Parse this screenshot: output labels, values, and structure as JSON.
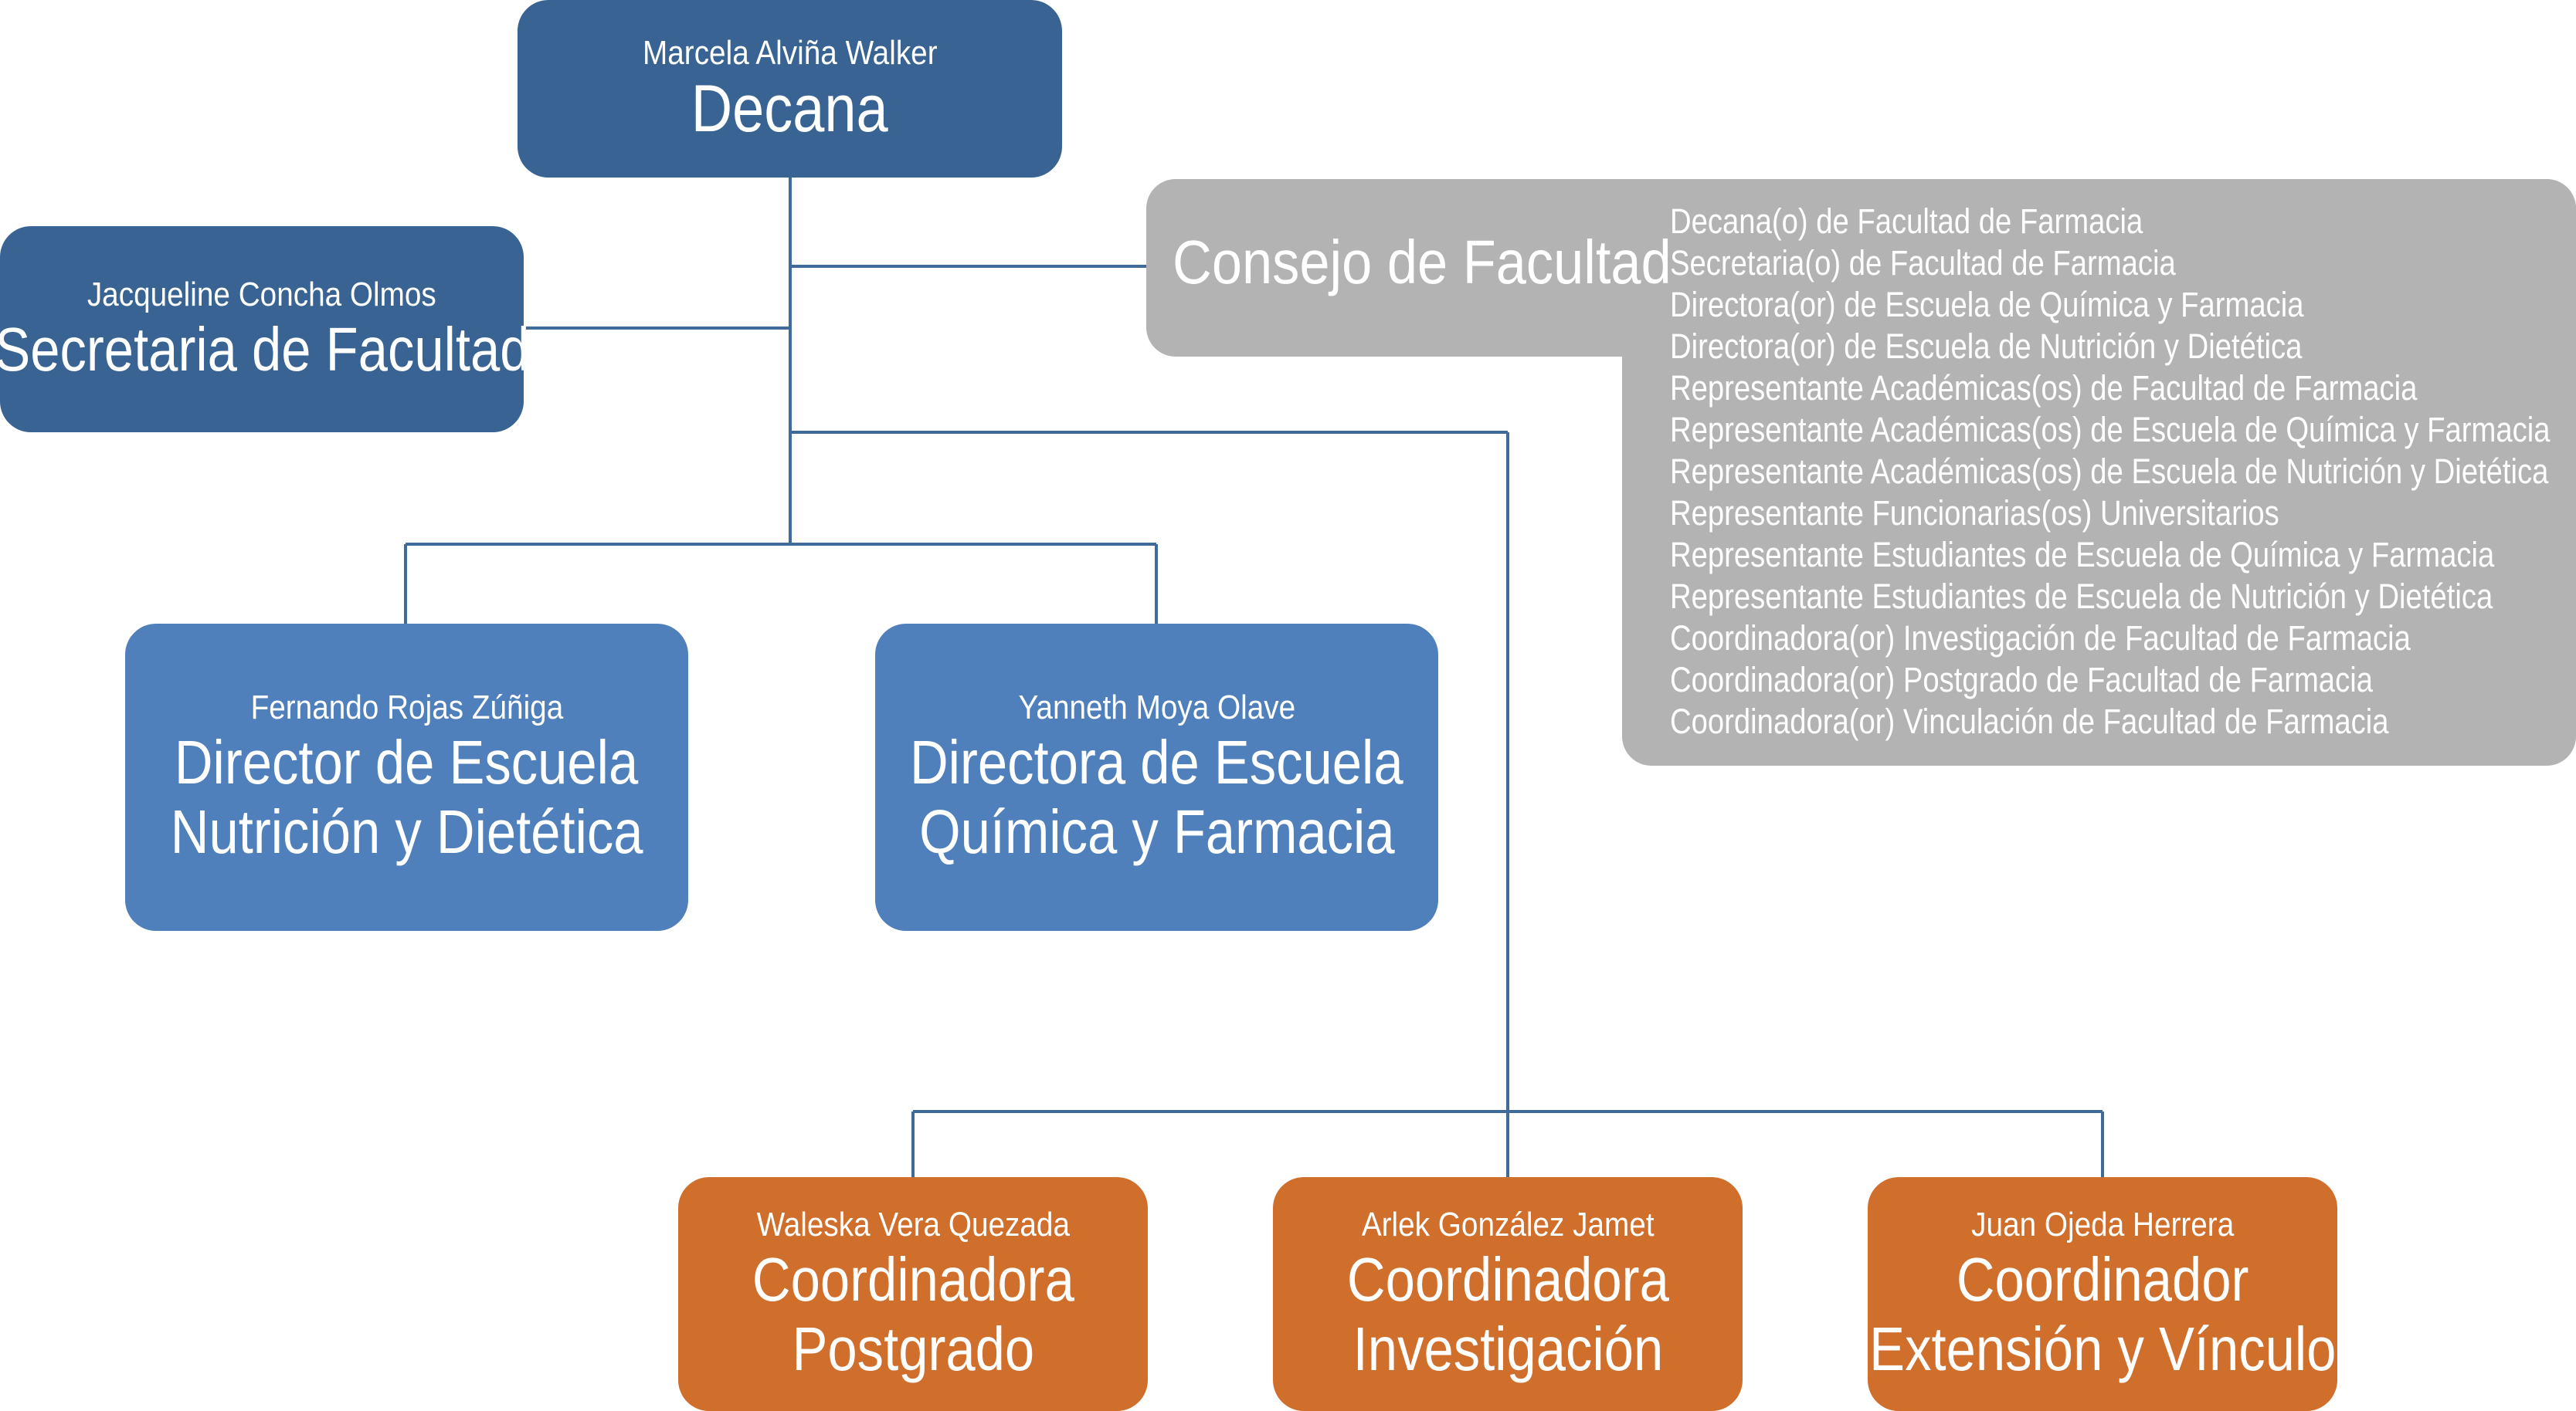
{
  "colors": {
    "dark_blue": "#386392",
    "mid_blue": "#4f80bb",
    "orange": "#d06e2c",
    "grey": "#b3b3b3",
    "line": "#3f6b9a"
  },
  "decana": {
    "name": "Marcela Alviña Walker",
    "role": "Decana"
  },
  "secretaria": {
    "name": "Jacqueline Concha Olmos",
    "role": "Secretaria de Facultad"
  },
  "director_nutricion": {
    "name": "Fernando Rojas Zúñiga",
    "role_line1": "Director de Escuela",
    "role_line2": "Nutrición y Dietética"
  },
  "directora_quimica": {
    "name": "Yanneth Moya Olave",
    "role_line1": "Directora de Escuela",
    "role_line2": "Química y Farmacia"
  },
  "consejo": {
    "title": "Consejo de Facultad",
    "members": [
      "Decana(o) de Facultad de Farmacia",
      "Secretaria(o) de Facultad de Farmacia",
      "Directora(or) de Escuela de Química y Farmacia",
      "Directora(or) de Escuela de Nutrición y Dietética",
      "Representante Académicas(os) de Facultad de Farmacia",
      "Representante Académicas(os) de Escuela de Química y Farmacia",
      "Representante Académicas(os) de Escuela de Nutrición y Dietética",
      "Representante Funcionarias(os) Universitarios",
      "Representante Estudiantes de Escuela de Química y Farmacia",
      "Representante Estudiantes de Escuela de Nutrición y Dietética",
      "Coordinadora(or) Investigación de Facultad de Farmacia",
      "Coordinadora(or) Postgrado de Facultad de Farmacia",
      "Coordinadora(or) Vinculación de Facultad de Farmacia"
    ]
  },
  "coord_postgrado": {
    "name": "Waleska Vera Quezada",
    "role_line1": "Coordinadora",
    "role_line2": "Postgrado"
  },
  "coord_investigacion": {
    "name": "Arlek González Jamet",
    "role_line1": "Coordinadora",
    "role_line2": "Investigación"
  },
  "coord_extension": {
    "name": "Juan Ojeda Herrera",
    "role_line1": "Coordinador",
    "role_line2": "Extensión y Vínculo"
  }
}
